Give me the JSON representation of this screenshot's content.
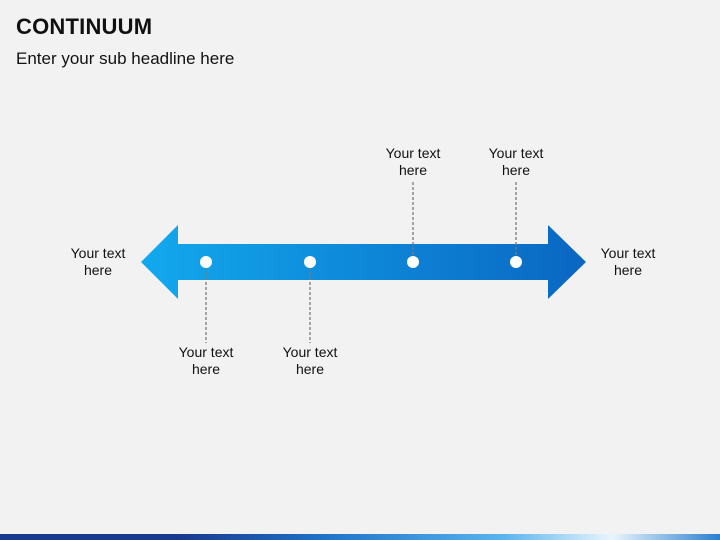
{
  "slide": {
    "title": "CONTINUUM",
    "subtitle": "Enter your sub headline here"
  },
  "diagram": {
    "left_label": "Your text\nhere",
    "right_label": "Your text\nhere",
    "markers": [
      {
        "label": "Your text\nhere",
        "side": "below"
      },
      {
        "label": "Your text\nhere",
        "side": "below"
      },
      {
        "label": "Your text\nhere",
        "side": "above"
      },
      {
        "label": "Your text\nhere",
        "side": "above"
      }
    ],
    "colors": {
      "arrow_start": "#12a9ee",
      "arrow_end": "#0a66c2",
      "marker": "#ffffff",
      "connector": "#7a7a7a"
    }
  }
}
